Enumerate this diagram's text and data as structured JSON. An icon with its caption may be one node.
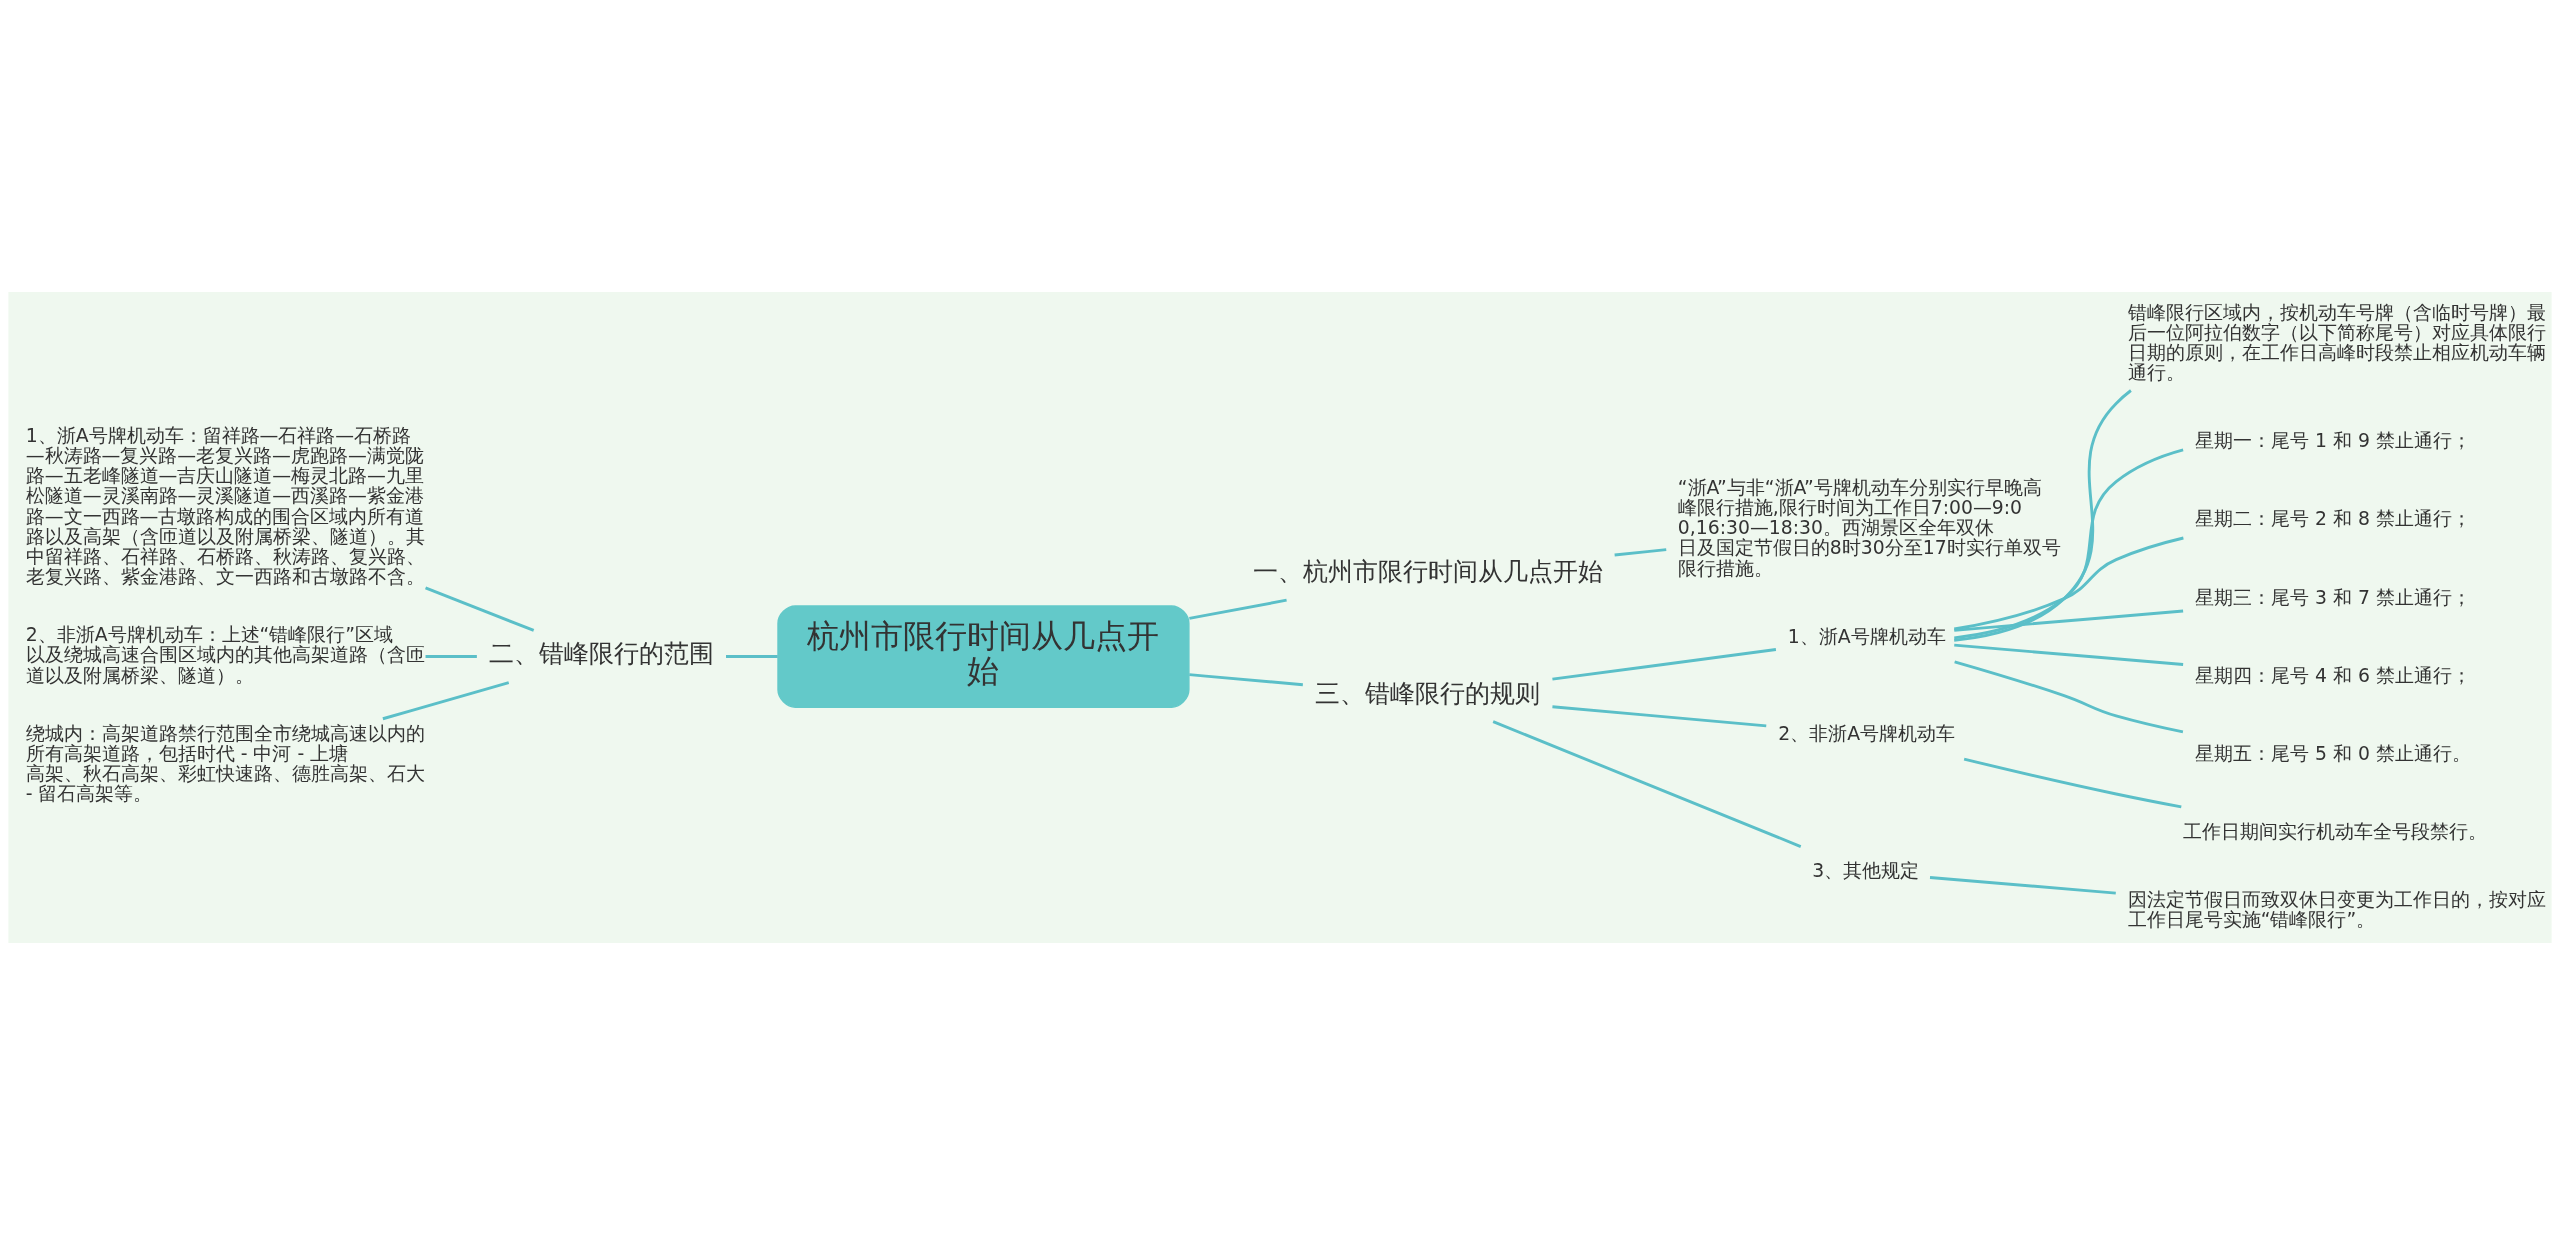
{
  "diagram": {
    "nodes": [
      {
        "text": [
          "杭州市限行时间从几点开始"
        ]
      },
      {
        "text": [
          "一、杭州市限行时间从几点开始"
        ]
      },
      {
        "text": [
          "“浙A”与非“浙A”号牌机动车分别实行早晚高峰限行措施,限行时间为工作日7:00—9:00,16:30—18:30。西湖景区全年双休日及国定节假日的8时30分至17时实行单双号限行措施。"
        ]
      },
      {
        "text": [
          "二、错峰限行的范围"
        ]
      },
      {
        "text": [
          "1、浙A号牌机动车：留祥路—石祥路—石桥路—秋涛路—复兴路—老复兴路—虎跑路—满觉陇路—五老峰隧道—吉庆山隧道—梅灵北路—九里松隧道—灵溪南路—灵溪隧道—西溪路—紫金港路—文一西路—古墩路构成的围合区域内所有道路以及高架（含匝道以及附属桥梁、隧道）。其中留祥路、石祥路、石桥路、秋涛路、复兴路、老复兴路、紫金港路、文一西路和古墩路不含。"
        ]
      },
      {
        "text": [
          "2、非浙A号牌机动车：上述“错峰限行”区域以及绕城高速合围区域内的其他高架道路（含匝道以及附属桥梁、隧道）。"
        ]
      },
      {
        "text": [
          "绕城内：高架道路禁行范围全市绕城高速以内的所有高架道路，包括时代 - 中河 - 上塘高架、秋石高架、彩虹快速路、德胜高架、石大 - 留石高架等。"
        ]
      },
      {
        "text": [
          "三、错峰限行的规则"
        ]
      },
      {
        "text": [
          "1、浙A号牌机动车"
        ]
      },
      {
        "text": [
          "错峰限行区域内，按机动车号牌（含临时号牌）最后一位阿拉伯数字（以下简称尾号）对应具体限行日期的原则，在工作日高峰时段禁止相应机动车辆通行。"
        ]
      },
      {
        "text": [
          "星期一：尾号 1 和 9 禁止通行；"
        ]
      },
      {
        "text": [
          "星期二：尾号 2 和 8 禁止通行；"
        ]
      },
      {
        "text": [
          "星期三：尾号 3 和 7 禁止通行；"
        ]
      },
      {
        "text": [
          "星期四：尾号 4 和 6 禁止通行；"
        ]
      },
      {
        "text": [
          "星期五：尾号 5 和 0 禁止通行。"
        ]
      },
      {
        "text": [
          "2、非浙A号牌机动车"
        ]
      },
      {
        "text": [
          "工作日期间实行机动车全号段禁行。"
        ]
      },
      {
        "text": [
          "3、其他规定"
        ]
      },
      {
        "text": [
          "因法定节假日而致双休日变更为工作日的，按对应工作日尾号实施“错峰限行”。"
        ]
      }
    ],
    "edges": [
      {
        "from": 0,
        "to": 1,
        "arrow": "none"
      },
      {
        "from": 1,
        "to": 2,
        "arrow": "none"
      },
      {
        "from": 0,
        "to": 3,
        "arrow": "none"
      },
      {
        "from": 3,
        "to": 4,
        "arrow": "none"
      },
      {
        "from": 3,
        "to": 5,
        "arrow": "none"
      },
      {
        "from": 3,
        "to": 6,
        "arrow": "none"
      },
      {
        "from": 0,
        "to": 7,
        "arrow": "none"
      },
      {
        "from": 7,
        "to": 8,
        "arrow": "none"
      },
      {
        "from": 8,
        "to": 9,
        "arrow": "none"
      },
      {
        "from": 8,
        "to": 10,
        "arrow": "none"
      },
      {
        "from": 8,
        "to": 11,
        "arrow": "none"
      },
      {
        "from": 8,
        "to": 12,
        "arrow": "none"
      },
      {
        "from": 8,
        "to": 13,
        "arrow": "none"
      },
      {
        "from": 8,
        "to": 14,
        "arrow": "none"
      },
      {
        "from": 7,
        "to": 15,
        "arrow": "none"
      },
      {
        "from": 15,
        "to": 16,
        "arrow": "none"
      },
      {
        "from": 7,
        "to": 17,
        "arrow": "none"
      },
      {
        "from": 17,
        "to": 18,
        "arrow": "none"
      }
    ]
  }
}
